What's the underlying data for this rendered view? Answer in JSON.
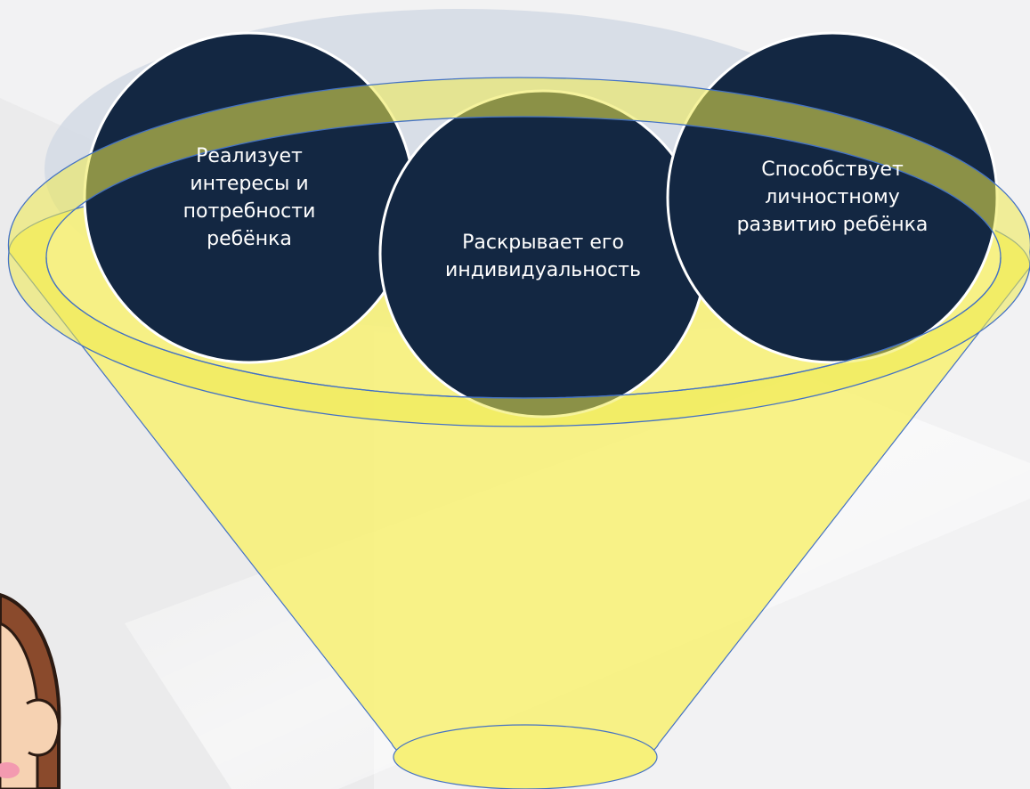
{
  "diagram": {
    "circles": [
      {
        "id": "left",
        "text": "Реализует\nинтересы и\nпотребности\nребёнка"
      },
      {
        "id": "center",
        "text": "Раскрывает его\nиндивидуальность"
      },
      {
        "id": "right",
        "text": "Способствует\nличностному\nразвитию ребёнка"
      }
    ]
  },
  "colors": {
    "background": "#f2f2f3",
    "circle_fill": "#132742",
    "circle_stroke": "#ffffff",
    "funnel_fill": "#f7f17a",
    "funnel_stroke": "#4472c4",
    "back_ellipse": "#d5dbe6",
    "label_text": "#ffffff"
  }
}
